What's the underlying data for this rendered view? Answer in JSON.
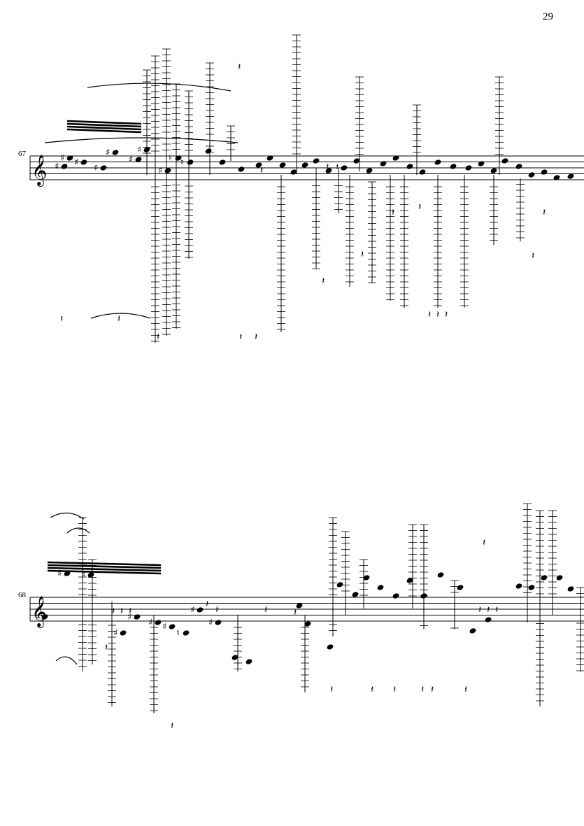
{
  "page": {
    "number": "29"
  },
  "systems": [
    {
      "measure_number": "67",
      "clef": "treble",
      "accidentals": [
        "♯",
        "♯",
        "♯",
        "♯",
        "♯",
        "♯",
        "♯",
        "♯",
        "♮",
        "♮"
      ]
    },
    {
      "measure_number": "68",
      "clef": "treble",
      "accidentals": [
        "♯",
        "♯",
        "♯",
        "♯",
        "♯",
        "♯",
        "♯",
        "♮",
        "♯",
        "♯"
      ]
    }
  ],
  "colors": {
    "ink": "#000000",
    "paper": "#ffffff"
  }
}
